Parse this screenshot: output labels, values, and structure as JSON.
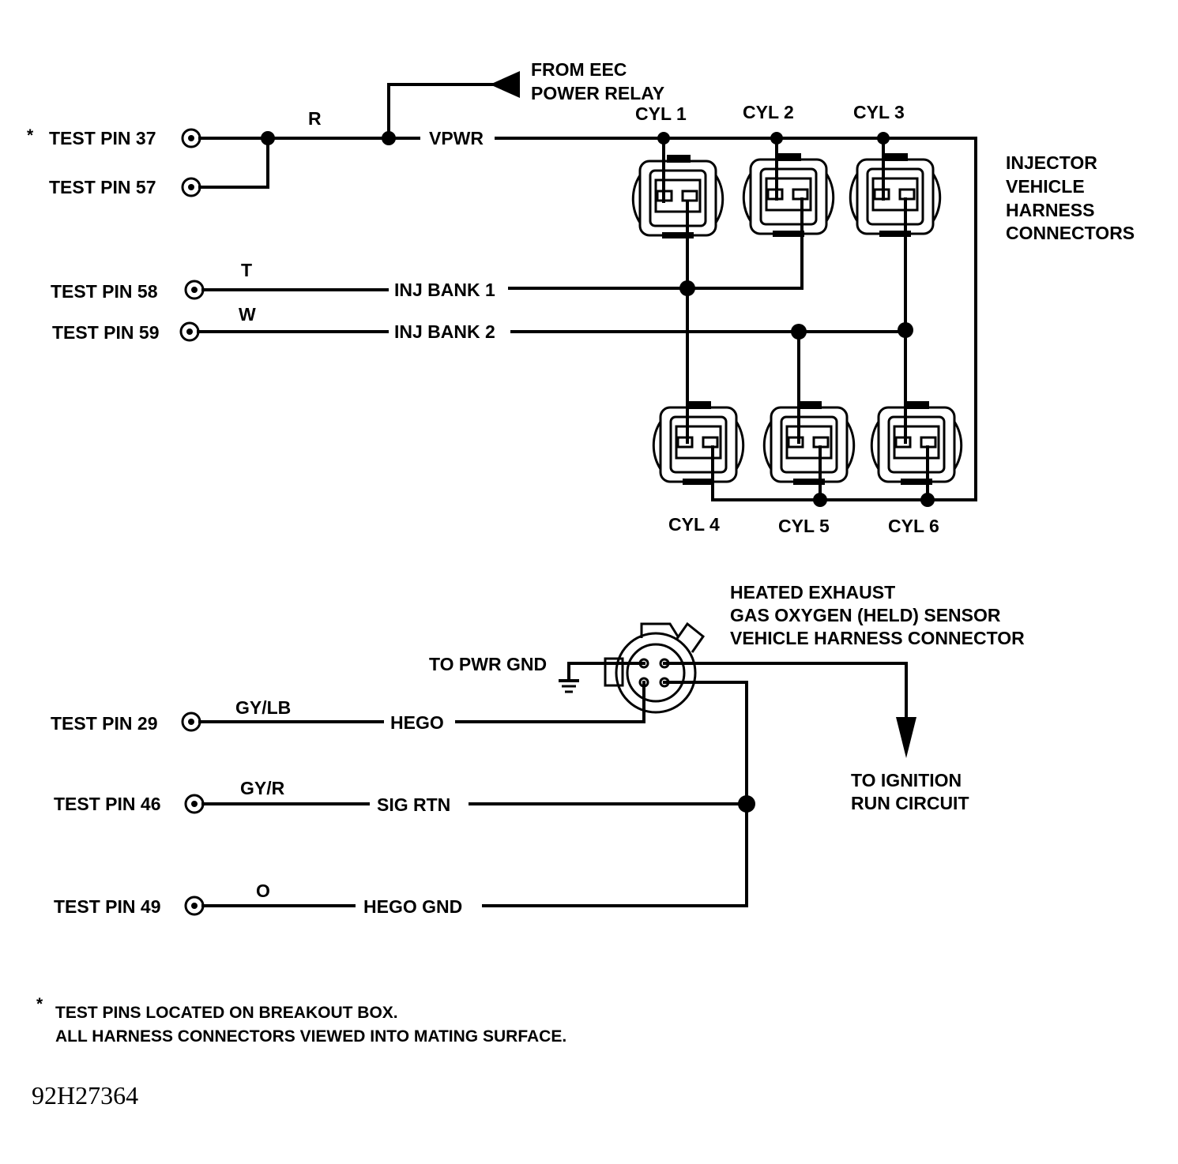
{
  "colors": {
    "ink": "#000000",
    "background": "#ffffff"
  },
  "header": {
    "from_eec_line1": "FROM EEC",
    "from_eec_line2": "POWER RELAY"
  },
  "test_pins": {
    "pin37": {
      "asterisk": "*",
      "label": "TEST PIN 37"
    },
    "pin57": {
      "label": "TEST PIN 57"
    },
    "pin58": {
      "label": "TEST PIN 58"
    },
    "pin59": {
      "label": "TEST PIN 59"
    },
    "pin29": {
      "label": "TEST PIN 29"
    },
    "pin46": {
      "label": "TEST PIN 46"
    },
    "pin49": {
      "label": "TEST PIN 49"
    }
  },
  "wires": {
    "r": "R",
    "vpwr": "VPWR",
    "t": "T",
    "inj_bank_1": "INJ BANK 1",
    "w": "W",
    "inj_bank_2": "INJ BANK 2",
    "gy_lb": "GY/LB",
    "hego": "HEGO",
    "gy_r": "GY/R",
    "sig_rtn": "SIG RTN",
    "o": "O",
    "hego_gnd": "HEGO GND"
  },
  "cylinders": {
    "cyl1": "CYL 1",
    "cyl2": "CYL 2",
    "cyl3": "CYL 3",
    "cyl4": "CYL 4",
    "cyl5": "CYL 5",
    "cyl6": "CYL 6"
  },
  "injector_label": {
    "line1": "INJECTOR",
    "line2": "VEHICLE",
    "line3": "HARNESS",
    "line4": "CONNECTORS"
  },
  "hego_sensor_label": {
    "line1": "HEATED EXHAUST",
    "line2": "GAS OXYGEN (HELD) SENSOR",
    "line3": "VEHICLE HARNESS CONNECTOR"
  },
  "to_pwr_gnd": "TO PWR GND",
  "to_ignition": {
    "line1": "TO IGNITION",
    "line2": "RUN CIRCUIT"
  },
  "footnote": {
    "asterisk": "*",
    "line1": "TEST PINS LOCATED ON BREAKOUT BOX.",
    "line2": "ALL HARNESS CONNECTORS VIEWED INTO MATING SURFACE."
  },
  "figure_id": "92H27364"
}
